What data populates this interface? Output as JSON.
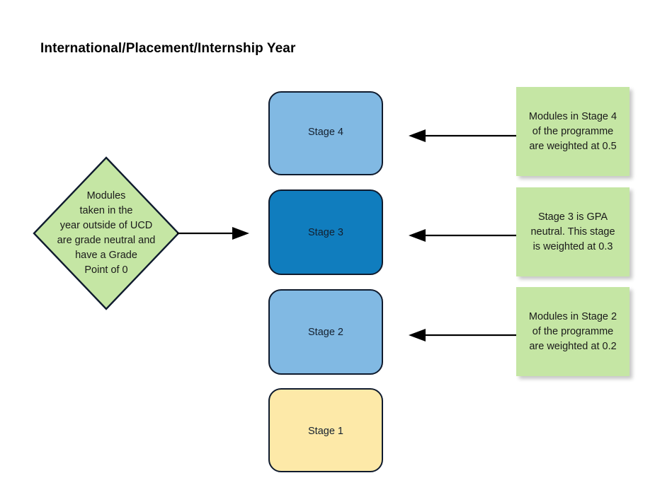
{
  "page": {
    "title": "International/Placement/Internship Year",
    "background": "#ffffff"
  },
  "colors": {
    "green_note": "#c5e6a4",
    "stage_light_blue": "#81b9e3",
    "stage_dark_blue": "#107dbe",
    "stage_yellow": "#fde9a8",
    "outline": "#0f1b2e",
    "arrow": "#000000"
  },
  "diamond": {
    "name": "grade-neutral-note",
    "fill": "#c5e6a4",
    "lines": [
      "Modules",
      "taken in the",
      "year outside of UCD",
      "are grade neutral and",
      "have a Grade",
      "Point of 0"
    ],
    "text": "Modules taken in the year outside of UCD are grade neutral and have a Grade Point of 0"
  },
  "stages": [
    {
      "id": "stage-4",
      "label": "Stage 4",
      "fill": "#81b9e3",
      "weighting": "0.5"
    },
    {
      "id": "stage-3",
      "label": "Stage 3",
      "fill": "#107dbe",
      "weighting": "0.3"
    },
    {
      "id": "stage-2",
      "label": "Stage 2",
      "fill": "#81b9e3",
      "weighting": "0.2"
    },
    {
      "id": "stage-1",
      "label": "Stage 1",
      "fill": "#fde9a8",
      "weighting": ""
    }
  ],
  "notes": [
    {
      "id": "note-stage-4",
      "target": "Stage 4",
      "lines": [
        "Modules in Stage 4",
        "of the programme",
        "are weighted at 0.5"
      ],
      "text": "Modules in Stage 4 of the programme are weighted at 0.5"
    },
    {
      "id": "note-stage-3",
      "target": "Stage 3",
      "lines": [
        "Stage 3 is GPA",
        "neutral. This stage",
        "is weighted at 0.3"
      ],
      "text": "Stage 3 is GPA neutral. This stage is weighted at 0.3"
    },
    {
      "id": "note-stage-2",
      "target": "Stage 2",
      "lines": [
        "Modules in Stage 2",
        "of the programme",
        "are weighted at 0.2"
      ],
      "text": "Modules in Stage 2 of the programme are weighted at 0.2"
    }
  ],
  "arrows": [
    {
      "id": "arrow-diamond-to-stage3",
      "from": "grade-neutral-note",
      "to": "Stage 3",
      "direction": "right"
    },
    {
      "id": "arrow-note4-to-stage4",
      "from": "note-stage-4",
      "to": "Stage 4",
      "direction": "left"
    },
    {
      "id": "arrow-note3-to-stage3",
      "from": "note-stage-3",
      "to": "Stage 3",
      "direction": "left"
    },
    {
      "id": "arrow-note2-to-stage2",
      "from": "note-stage-2",
      "to": "Stage 2",
      "direction": "left"
    }
  ]
}
